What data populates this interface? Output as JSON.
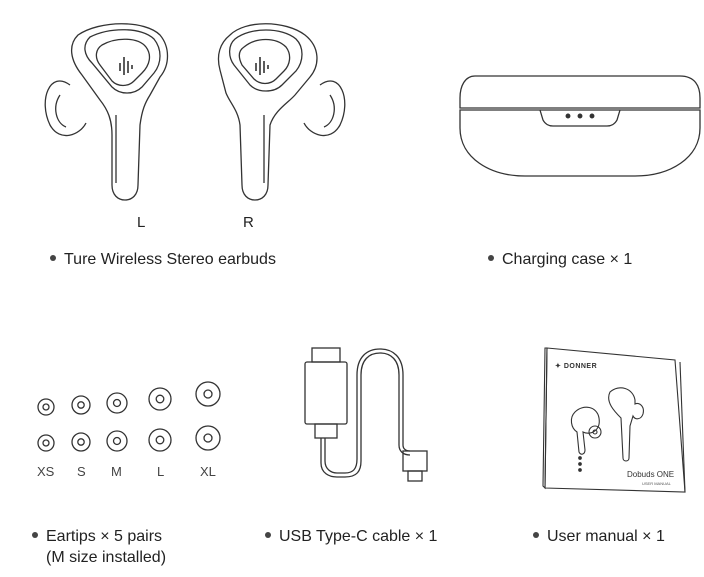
{
  "earbuds": {
    "left_label": "L",
    "right_label": "R",
    "caption": "Ture Wireless Stereo earbuds"
  },
  "case": {
    "caption": "Charging case × 1"
  },
  "eartips": {
    "sizes": [
      "XS",
      "S",
      "M",
      "L",
      "XL"
    ],
    "caption_line1": "Eartips × 5 pairs",
    "caption_line2": "(M size installed)"
  },
  "cable": {
    "caption": "USB Type-C cable × 1"
  },
  "manual": {
    "brand": "DONNER",
    "product": "Dobuds ONE",
    "subtitle": "USER MANUAL",
    "caption": "User manual × 1"
  }
}
